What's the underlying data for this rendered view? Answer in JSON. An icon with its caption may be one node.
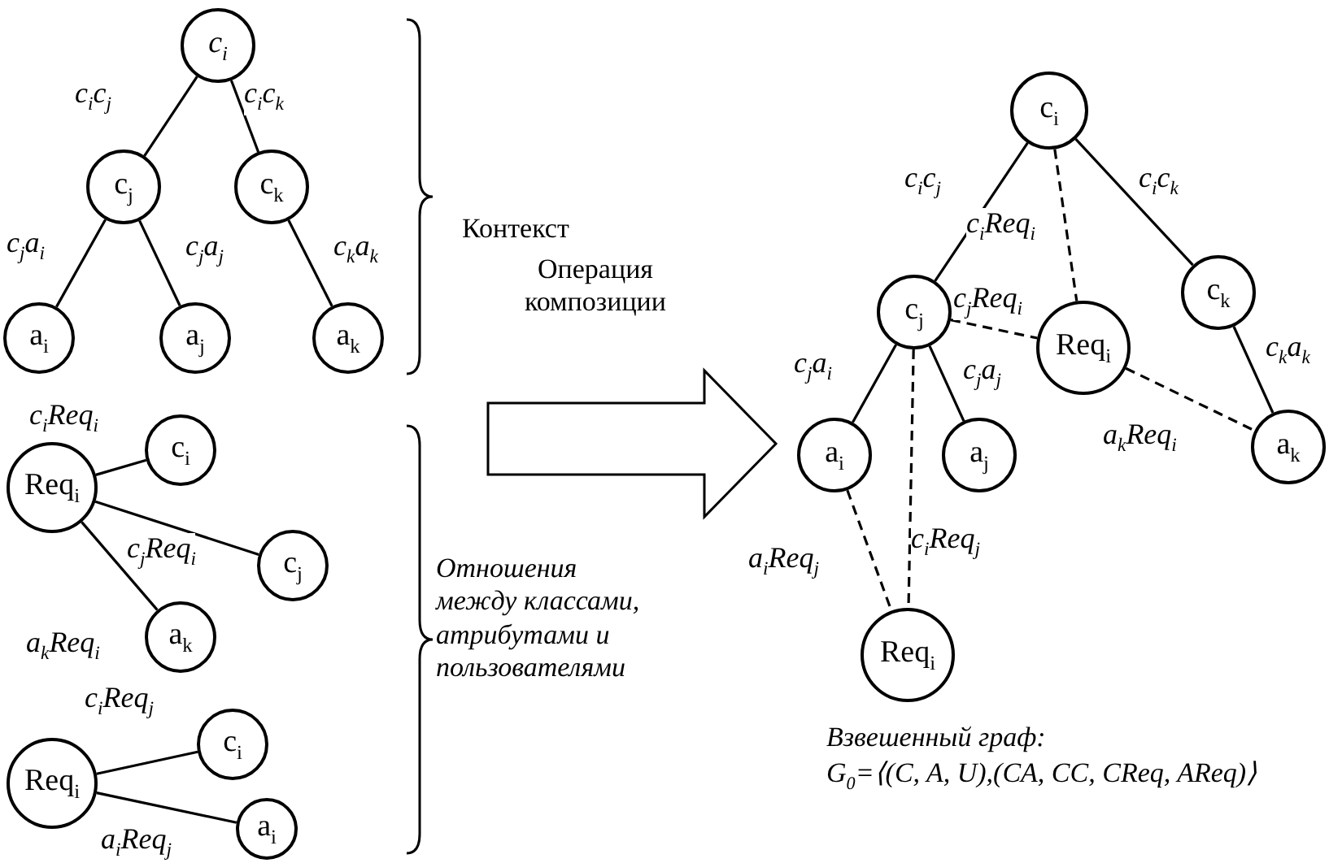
{
  "diagram": {
    "nodes": [
      {
        "text": [
          "c$_{i}$"
        ]
      },
      {
        "text": [
          "c$_{j}$"
        ]
      },
      {
        "text": [
          "c$_{k}$"
        ]
      },
      {
        "text": [
          "a$_{i}$"
        ]
      },
      {
        "text": [
          "a$_{j}$"
        ]
      },
      {
        "text": [
          "a$_{k}$"
        ]
      },
      {
        "text": [
          "Req$_{i}$"
        ]
      },
      {
        "text": [
          "c$_{i}$"
        ]
      },
      {
        "text": [
          "c$_{j}$"
        ]
      },
      {
        "text": [
          "a$_{k}$"
        ]
      },
      {
        "text": [
          "Req$_{i}$"
        ]
      },
      {
        "text": [
          "c$_{i}$"
        ]
      },
      {
        "text": [
          "a$_{i}$"
        ]
      },
      {
        "text": [
          "c$_{i}$"
        ]
      },
      {
        "text": [
          "c$_{j}$"
        ]
      },
      {
        "text": [
          "c$_{k}$"
        ]
      },
      {
        "text": [
          "Req$_{i}$"
        ]
      },
      {
        "text": [
          "a$_{i}$"
        ]
      },
      {
        "text": [
          "a$_{j}$"
        ]
      },
      {
        "text": [
          "a$_{k}$"
        ]
      },
      {
        "text": [
          "Req$_{i}$"
        ]
      }
    ],
    "edges": [
      {
        "from": 0,
        "to": 1,
        "arrow": "none",
        "label": "c$_{i}$c$_{j}$"
      },
      {
        "from": 0,
        "to": 2,
        "arrow": "none",
        "label": "c$_{i}$c$_{k}$"
      },
      {
        "from": 1,
        "to": 3,
        "arrow": "none",
        "label": "c$_{j}$a$_{i}$"
      },
      {
        "from": 1,
        "to": 4,
        "arrow": "none",
        "label": "c$_{j}$a$_{j}$"
      },
      {
        "from": 2,
        "to": 5,
        "arrow": "none",
        "label": "c$_{k}$a$_{k}$"
      },
      {
        "from": 6,
        "to": 7,
        "arrow": "none",
        "label": "c$_{i}$Req$_{i}$"
      },
      {
        "from": 6,
        "to": 8,
        "arrow": "none",
        "label": "c$_{j}$Req$_{i}$"
      },
      {
        "from": 6,
        "to": 9,
        "arrow": "none",
        "label": "a$_{k}$Req$_{i}$"
      },
      {
        "from": 10,
        "to": 11,
        "arrow": "none",
        "label": "c$_{i}$Req$_{j}$"
      },
      {
        "from": 10,
        "to": 12,
        "arrow": "none",
        "label": "a$_{i}$Req$_{j}$"
      },
      {
        "from": 13,
        "to": 14,
        "arrow": "none",
        "label": "c$_{i}$c$_{j}$"
      },
      {
        "from": 13,
        "to": 15,
        "arrow": "none",
        "label": "c$_{i}$c$_{k}$"
      },
      {
        "from": 13,
        "to": 16,
        "arrow": "none",
        "label": "c$_{i}$Req$_{i}$",
        "style": "dashed"
      },
      {
        "from": 14,
        "to": 16,
        "arrow": "none",
        "label": "c$_{j}$Req$_{i}$",
        "style": "dashed"
      },
      {
        "from": 14,
        "to": 17,
        "arrow": "none",
        "label": "c$_{j}$a$_{i}$"
      },
      {
        "from": 14,
        "to": 18,
        "arrow": "none",
        "label": "c$_{j}$a$_{j}$"
      },
      {
        "from": 15,
        "to": 19,
        "arrow": "none",
        "label": "c$_{k}$a$_{k}$"
      },
      {
        "from": 16,
        "to": 19,
        "arrow": "none",
        "label": "a$_{k}$Req$_{i}$",
        "style": "dashed"
      },
      {
        "from": 17,
        "to": 20,
        "arrow": "none",
        "label": "a$_{i}$Req$_{j}$",
        "style": "dashed"
      },
      {
        "from": 14,
        "to": 20,
        "arrow": "none",
        "label": "c$_{i}$Req$_{j}$",
        "style": "dashed"
      }
    ],
    "labels": [
      "Контекст",
      "Операция композиции",
      "Отношения между классами, атрибутами и пользователями",
      "Взвешенный граф:",
      "G$_{0}$=⟨(C, A, U),(CA, CC, CReq, AReq)⟩"
    ]
  }
}
